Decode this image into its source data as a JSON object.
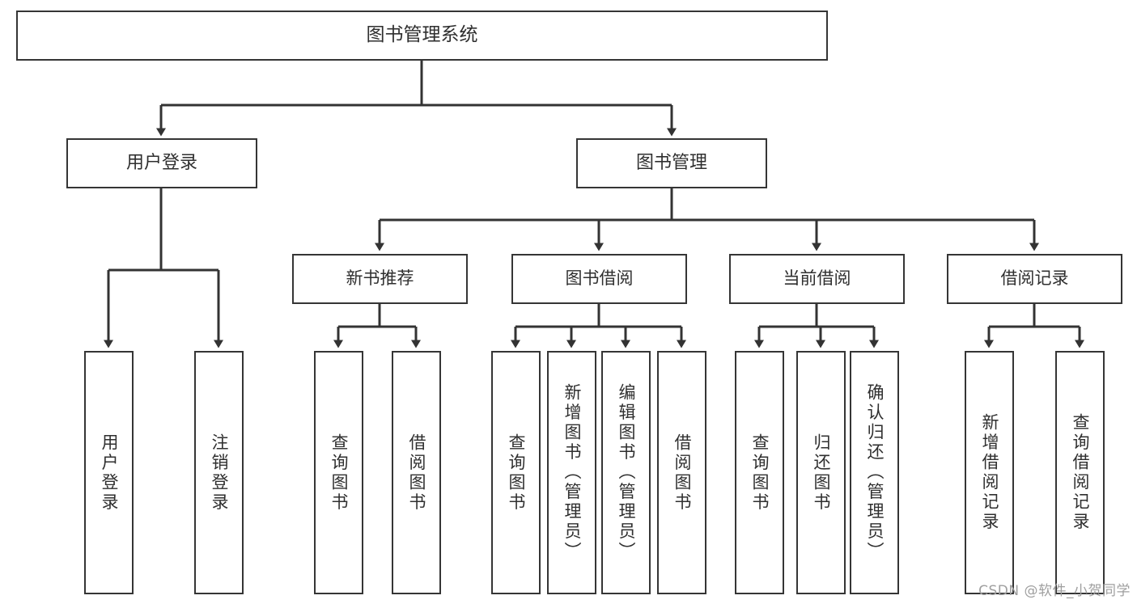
{
  "diagram": {
    "title": "图书管理系统",
    "type": "tree-hierarchy-chart",
    "root": {
      "label": "图书管理系统"
    },
    "level2": [
      {
        "label": "用户登录"
      },
      {
        "label": "图书管理"
      }
    ],
    "level3": [
      {
        "label": "新书推荐"
      },
      {
        "label": "图书借阅"
      },
      {
        "label": "当前借阅"
      },
      {
        "label": "借阅记录"
      }
    ],
    "leaves": {
      "user_login": [
        {
          "label": "用户登录"
        },
        {
          "label": "注销登录"
        }
      ],
      "new_book_recommend": [
        {
          "label": "查询图书"
        },
        {
          "label": "借阅图书"
        }
      ],
      "book_borrow": [
        {
          "label": "查询图书"
        },
        {
          "label": "新增图书（管理员）"
        },
        {
          "label": "编辑图书（管理员）"
        },
        {
          "label": "借阅图书"
        }
      ],
      "current_borrow": [
        {
          "label": "查询图书"
        },
        {
          "label": "归还图书"
        },
        {
          "label": "确认归还（管理员）"
        }
      ],
      "borrow_record": [
        {
          "label": "新增借阅记录"
        },
        {
          "label": "查询借阅记录"
        }
      ]
    }
  },
  "watermark": {
    "text": "CSDN @软件_小贺同学"
  },
  "colors": {
    "box_border": "#353535",
    "box_fill": "#ffffff",
    "text": "#2f2f2f",
    "connector": "#333333",
    "watermark": "#9f9f9f",
    "background": "#ffffff"
  }
}
